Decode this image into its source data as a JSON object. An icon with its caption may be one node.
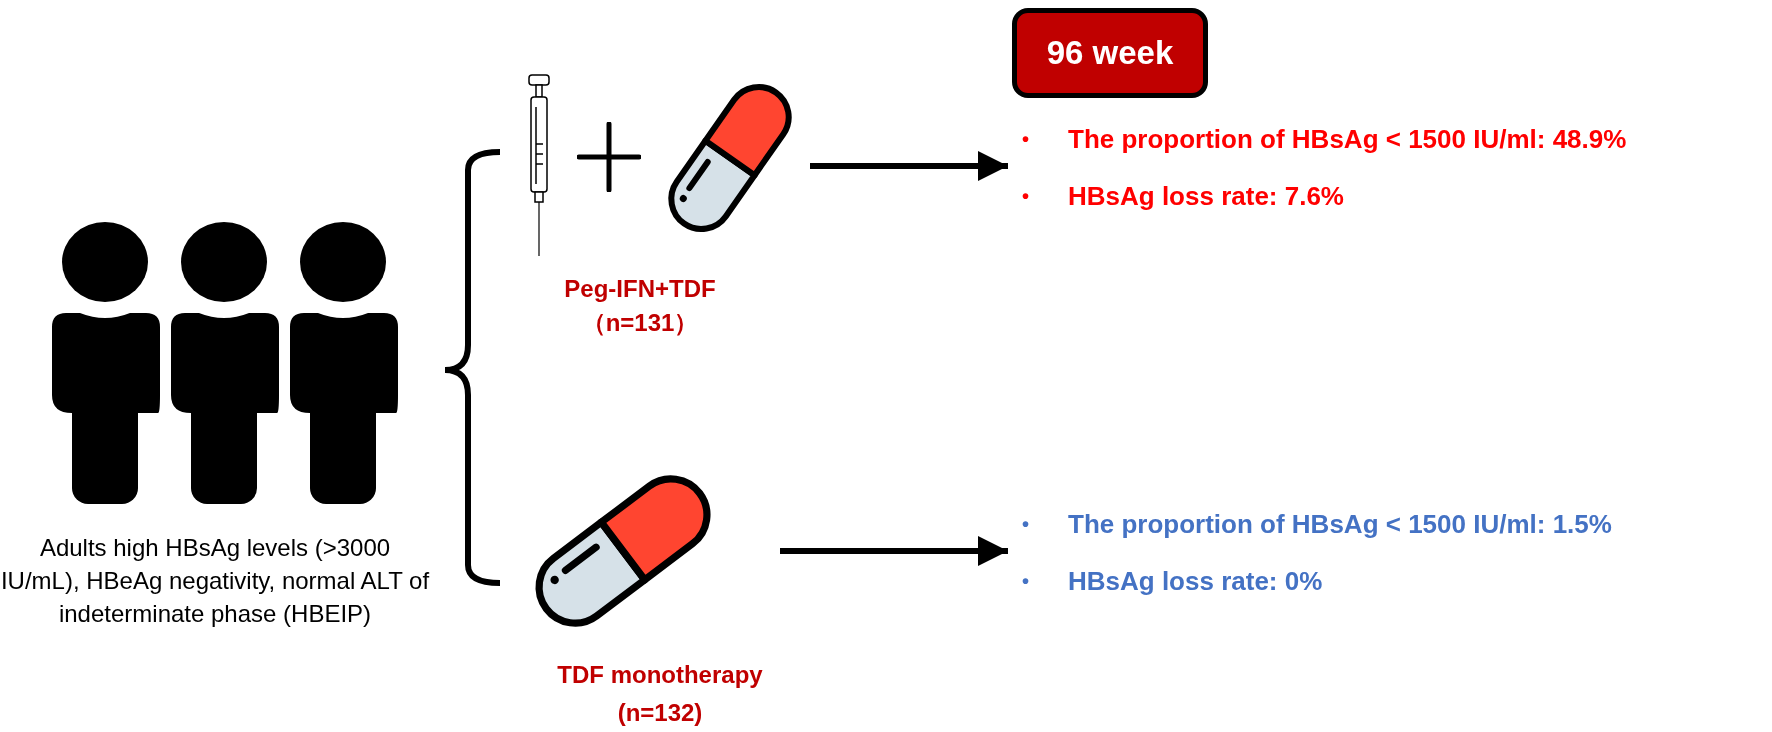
{
  "diagram": {
    "nodes": [
      {
        "text": [
          "Adults high HBsAg levels (>3000 IU/mL), HBeAg negativity, normal ALT of indeterminate phase (HBEIP)"
        ]
      },
      {
        "text": [
          "Peg-IFN+TDF （n=131）"
        ]
      },
      {
        "text": [
          "TDF monotherapy (n=132)"
        ]
      },
      {
        "text": [
          "96 week"
        ]
      },
      {
        "text": [
          "The proportion of HBsAg < 1500 IU/ml: 48.9%",
          "HBsAg loss rate: 7.6%"
        ]
      },
      {
        "text": [
          "The proportion of HBsAg < 1500 IU/ml: 1.5%",
          "HBsAg loss rate: 0%"
        ]
      }
    ],
    "edges": [
      {
        "from": 0,
        "to": 1,
        "arrow": "none"
      },
      {
        "from": 0,
        "to": 2,
        "arrow": "none"
      },
      {
        "from": 1,
        "to": 4,
        "arrow": "to"
      },
      {
        "from": 2,
        "to": 5,
        "arrow": "to"
      }
    ],
    "labels": [
      "•",
      "•",
      "•",
      "•"
    ]
  }
}
